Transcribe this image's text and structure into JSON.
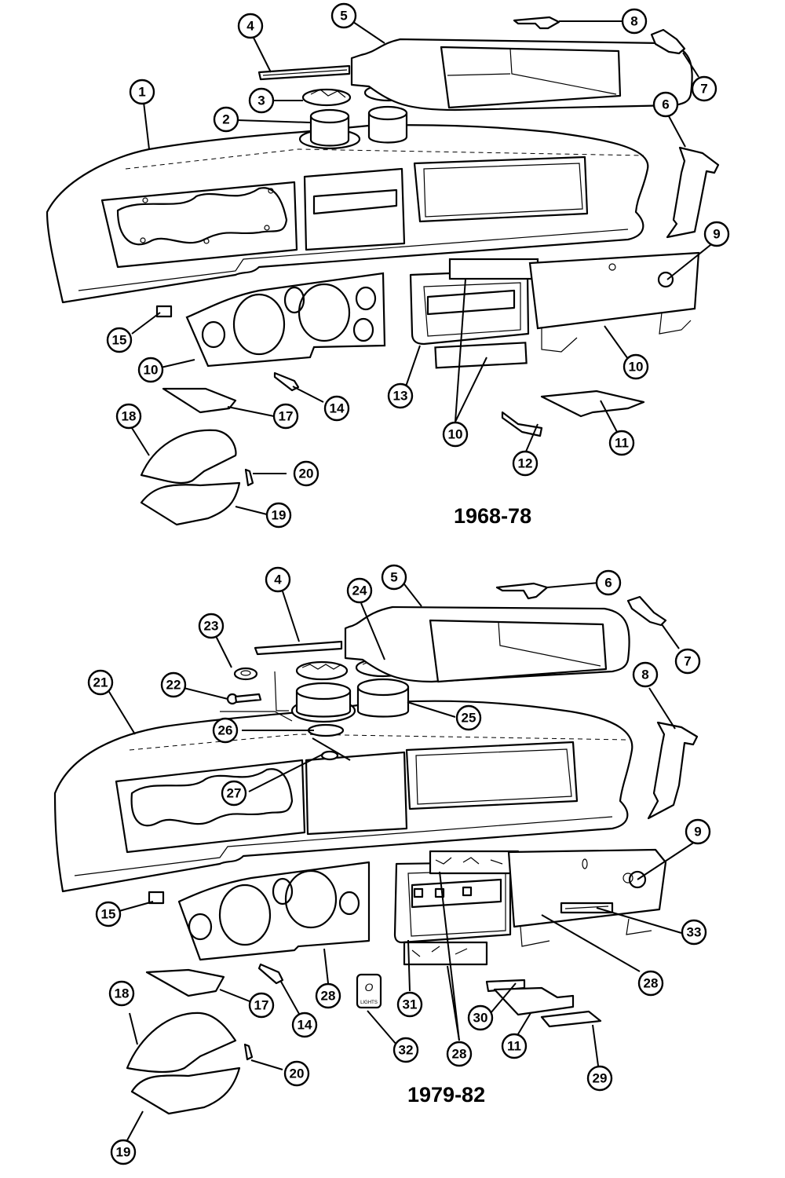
{
  "diagram": {
    "sections": [
      {
        "year_label": "1968-78",
        "callouts": [
          "1",
          "2",
          "3",
          "4",
          "5",
          "6",
          "7",
          "8",
          "9",
          "10",
          "10",
          "10",
          "11",
          "12",
          "13",
          "14",
          "15",
          "17",
          "18",
          "19",
          "20"
        ]
      },
      {
        "year_label": "1979-82",
        "callouts": [
          "4",
          "5",
          "6",
          "7",
          "8",
          "9",
          "11",
          "14",
          "15",
          "17",
          "18",
          "19",
          "20",
          "21",
          "22",
          "23",
          "24",
          "25",
          "26",
          "27",
          "28",
          "28",
          "28",
          "29",
          "30",
          "31",
          "32",
          "33"
        ]
      }
    ],
    "switch_label": "LIGHTS",
    "switch_symbol": "O"
  }
}
